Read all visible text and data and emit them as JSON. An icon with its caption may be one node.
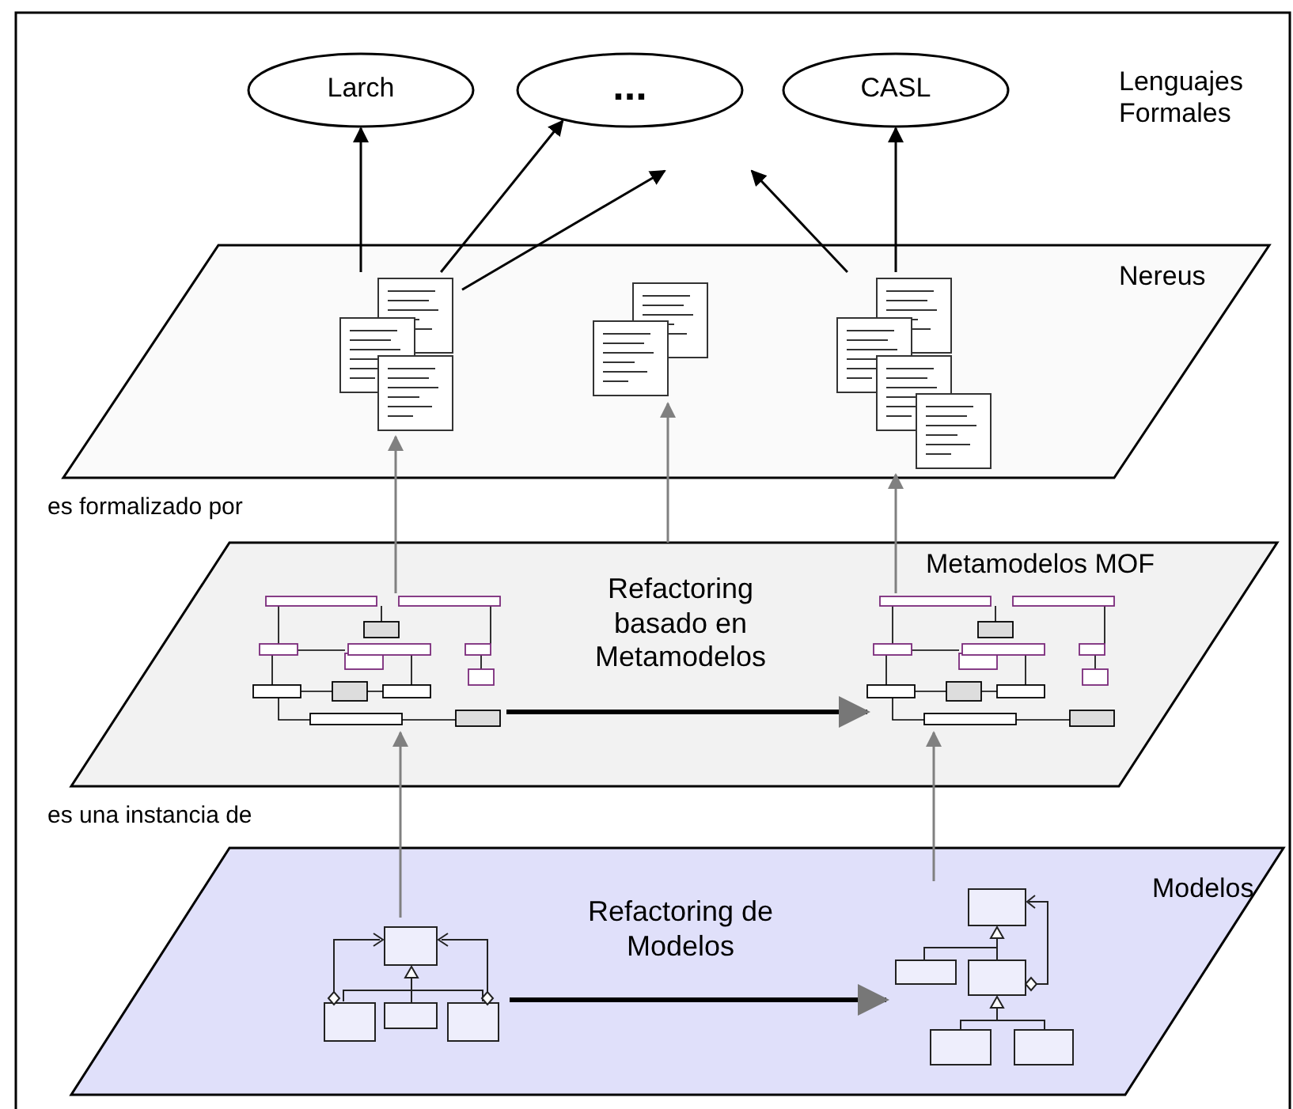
{
  "diagram": {
    "nodes": [
      {
        "text": [
          "Larch"
        ]
      },
      {
        "text": [
          "..."
        ]
      },
      {
        "text": [
          "CASL"
        ]
      },
      {
        "text": [
          "Nereus"
        ]
      },
      {
        "text": [
          "Metamodelos MOF"
        ]
      },
      {
        "text": [
          "Modelos"
        ]
      },
      {
        "text": [],
        "shape": "picture",
        "in": 3
      },
      {
        "text": [],
        "shape": "picture",
        "in": 3
      },
      {
        "text": [],
        "shape": "picture",
        "in": 3
      },
      {
        "text": [],
        "shape": "picture",
        "in": 4
      },
      {
        "text": [],
        "shape": "picture",
        "in": 4
      },
      {
        "text": [],
        "shape": "picture",
        "in": 5
      },
      {
        "text": [],
        "shape": "picture",
        "in": 5
      }
    ],
    "edges": [
      {
        "from": 6,
        "to": 0,
        "arrow": "to"
      },
      {
        "from": 6,
        "to": 1,
        "arrow": "to"
      },
      {
        "from": 6,
        "to": null,
        "arrow": "to"
      },
      {
        "from": 8,
        "to": null,
        "arrow": "to"
      },
      {
        "from": 8,
        "to": 2,
        "arrow": "to"
      },
      {
        "from": 9,
        "to": 6,
        "arrow": "to",
        "color": "#808080"
      },
      {
        "from": 4,
        "to": 7,
        "arrow": "to",
        "color": "#808080"
      },
      {
        "from": 10,
        "to": 8,
        "arrow": "to",
        "color": "#808080"
      },
      {
        "from": 11,
        "to": 9,
        "arrow": "to",
        "color": "#808080"
      },
      {
        "from": 12,
        "to": 10,
        "arrow": "to",
        "color": "#808080"
      },
      {
        "from": 9,
        "to": 10,
        "arrow": "to",
        "label": "Refactoring basado en Metamodelos",
        "style": "thick"
      },
      {
        "from": 11,
        "to": 12,
        "arrow": "to",
        "label": "Refactoring de Modelos",
        "style": "thick"
      }
    ],
    "labels": [
      "Lenguajes Formales",
      "es formalizado por",
      "es una instancia de"
    ]
  }
}
